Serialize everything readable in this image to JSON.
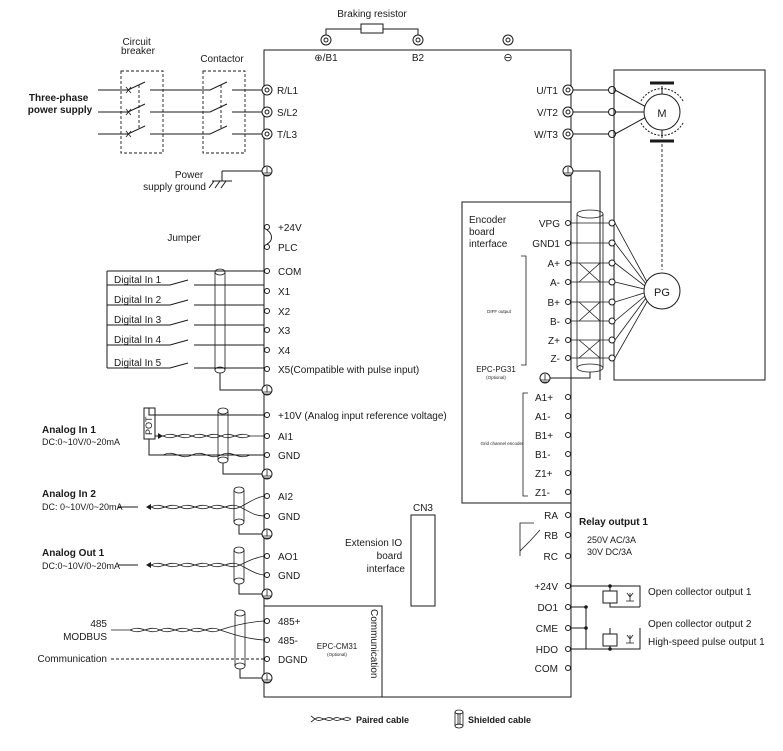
{
  "top": {
    "braking_resistor": "Braking resistor",
    "b1": "⊕/B1",
    "b2": "B2",
    "minus": "⊖"
  },
  "power": {
    "circuit_breaker": "Circuit\nbreaker",
    "contactor": "Contactor",
    "supply": "Three-phase\npower supply",
    "ground": "Power\nsupply ground"
  },
  "main_terminals": [
    "R/L1",
    "S/L2",
    "T/L3"
  ],
  "output_terminals": [
    "U/T1",
    "V/T2",
    "W/T3"
  ],
  "motor": "M",
  "pg": "PG",
  "jumper": "Jumper",
  "control_terminals": {
    "p24v": "+24V",
    "plc": "PLC",
    "com": "COM",
    "x": [
      "X1",
      "X2",
      "X3",
      "X4",
      "X5(Compatible with pulse input)"
    ],
    "ref": "+10V (Analog input reference voltage)",
    "ai1": "AI1",
    "gnd": "GND",
    "ai2": "AI2",
    "ao1": "AO1"
  },
  "digital_inputs": [
    "Digital In 1",
    "Digital In 2",
    "Digital In 3",
    "Digital In 4",
    "Digital In 5"
  ],
  "analog": {
    "in1_title": "Analog In 1",
    "in1_range": "DC:0~10V/0~20mA",
    "pot": "POT",
    "in2_title": "Analog In 2",
    "in2_range": "DC: 0~10V/0~20mA",
    "out1_title": "Analog Out 1",
    "out1_range": "DC:0~10V/0~20mA"
  },
  "encoder": {
    "title": "Encoder\nboard\ninterface",
    "terms": [
      "VPG",
      "GND1",
      "A+",
      "A-",
      "B+",
      "B-",
      "Z+",
      "Z-"
    ],
    "small_label": "DIFF output",
    "card": "EPC-PG31",
    "card_opt": "(Optional)",
    "terms2": [
      "A1+",
      "A1-",
      "B1+",
      "B1-",
      "Z1+",
      "Z1-"
    ],
    "small_label2": "Grid channel encoder"
  },
  "extension": {
    "cn3": "CN3",
    "label": "Extension IO\nboard\ninterface"
  },
  "relay": {
    "terms": [
      "RA",
      "RB",
      "RC"
    ],
    "title": "Relay output 1",
    "rating1": "250V AC/3A",
    "rating2": "30V  DC/3A"
  },
  "outputs": {
    "terms": [
      "+24V",
      "DO1",
      "CME",
      "HDO",
      "COM"
    ],
    "oc1": "Open collector output 1",
    "oc2": "Open collector output 2",
    "hs": "High-speed pulse output 1"
  },
  "comm": {
    "terms": [
      "485+",
      "485-",
      "DGND"
    ],
    "left": [
      "485",
      "MODBUS",
      "Communication"
    ],
    "card": "EPC-CM31",
    "card_opt": "(Optional)",
    "vertical": "Communication"
  },
  "legend": {
    "paired": "Paired cable",
    "shielded": "Shielded cable"
  }
}
